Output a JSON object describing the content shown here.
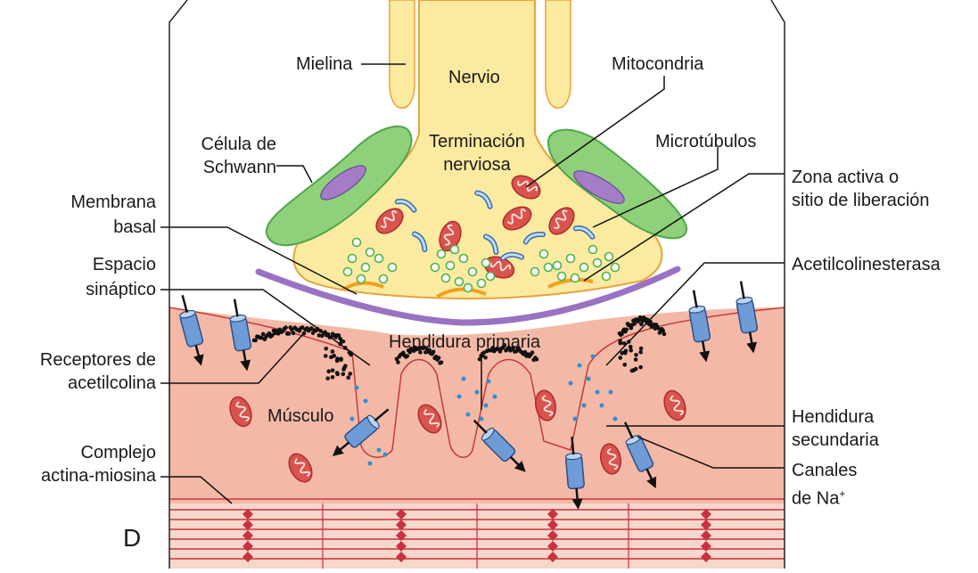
{
  "figure": {
    "panel_letter": "D",
    "labels": {
      "mielina": "Mielina",
      "nervio": "Nervio",
      "mitocondria": "Mitocondria",
      "celula_schwann_1": "Célula de",
      "celula_schwann_2": "Schwann",
      "terminacion_1": "Terminación",
      "terminacion_2": "nerviosa",
      "microtubulos": "Microtúbulos",
      "zona_activa_1": "Zona activa o",
      "zona_activa_2": "sitio de liberación",
      "membrana_1": "Membrana",
      "membrana_2": "basal",
      "espacio_1": "Espacio",
      "espacio_2": "sináptico",
      "acetilcolinesterasa": "Acetilcolinesterasa",
      "hendidura_primaria": "Hendidura primaria",
      "receptores_1": "Receptores de",
      "receptores_2": "acetilcolina",
      "musculo": "Músculo",
      "hendidura_secundaria_1": "Hendidura",
      "hendidura_secundaria_2": "secundaria",
      "complejo_1": "Complejo",
      "complejo_2": "actina-miosina",
      "canales_1": "Canales",
      "canales_2": "de Na",
      "canales_sup": "+"
    },
    "colors": {
      "nerve_fill": "#fbeaa0",
      "nerve_stroke": "#e9a23b",
      "schwann_fill": "#8fd07a",
      "schwann_stroke": "#4fa64a",
      "schwann_nucleus": "#a57cc6",
      "mito_fill": "#d9534f",
      "vesicle": "#5cc35c",
      "membrane_basal": "#9a72c3",
      "release_zone": "#f0a020",
      "muscle_fill": "#f4b9a6",
      "muscle_stroke": "#c43a3a",
      "receptor": "#000000",
      "channel_fill": "#6f9bd6",
      "ach_dots": "#2f8fd8",
      "sarcomere": "#c8323c"
    }
  }
}
